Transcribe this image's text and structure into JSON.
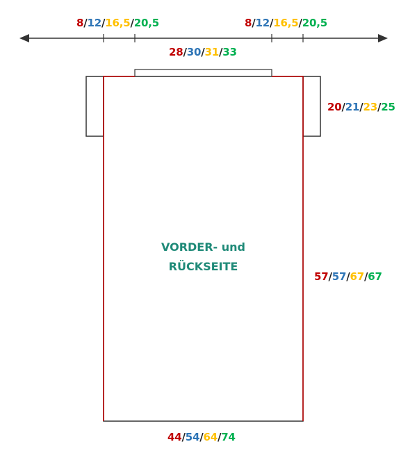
{
  "colors": {
    "size1": "#c00000",
    "size2": "#2e75b6",
    "size3": "#ffc000",
    "size4": "#00b050",
    "separator": "#222222",
    "title": "#1f8a78",
    "outline": "#333333",
    "body_edge": "#c00000"
  },
  "labels": {
    "top_left": [
      "8",
      "12",
      "16,5",
      "20,5"
    ],
    "top_right": [
      "8",
      "12",
      "16,5",
      "20,5"
    ],
    "neck": [
      "28",
      "30",
      "31",
      "33"
    ],
    "sleeve": [
      "20",
      "21",
      "23",
      "25"
    ],
    "length": [
      "57",
      "57",
      "67",
      "67"
    ],
    "width": [
      "44",
      "54",
      "64",
      "74"
    ],
    "separator": "/"
  },
  "title": {
    "line1": "VORDER- und",
    "line2": "RÜCKSEITE"
  }
}
